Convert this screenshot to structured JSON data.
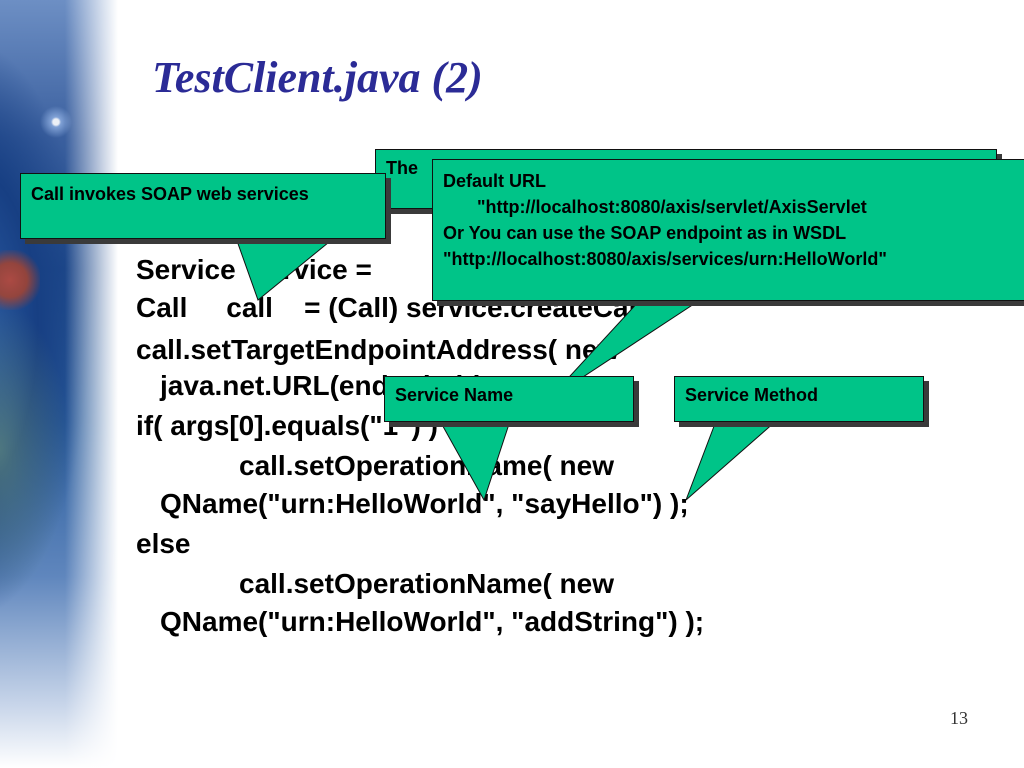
{
  "slide": {
    "title": "TestClient.java (2)",
    "page_number": "13"
  },
  "code_lines": [
    "Service  service = ",
    "Call     call    = (Call) service.createCall();",
    "call.setTargetEndpointAddress( new",
    "java.net.URL(endpoint) );",
    "if( args[0].equals(\"1\") )",
    "call.setOperationName( new",
    "QName(\"urn:HelloWorld\", \"sayHello\") );",
    "else",
    "call.setOperationName( new",
    "QName(\"urn:HelloWorld\", \"addString\") );"
  ],
  "callouts": {
    "soap": "Call invokes SOAP web services",
    "url_under_text": "The",
    "url": {
      "line1": "Default URL",
      "line2": "\"http://localhost:8080/axis/servlet/AxisServlet",
      "line3": "Or You can use the SOAP endpoint as in WSDL",
      "line4": "\"http://localhost:8080/axis/services/urn:HelloWorld\""
    },
    "service_name": "Service Name",
    "service_method": "Service Method"
  },
  "colors": {
    "title": "#2b2b96",
    "callout_fill": "#00c488",
    "callout_shadow": "#3a3a3a",
    "code_text": "#000000"
  }
}
